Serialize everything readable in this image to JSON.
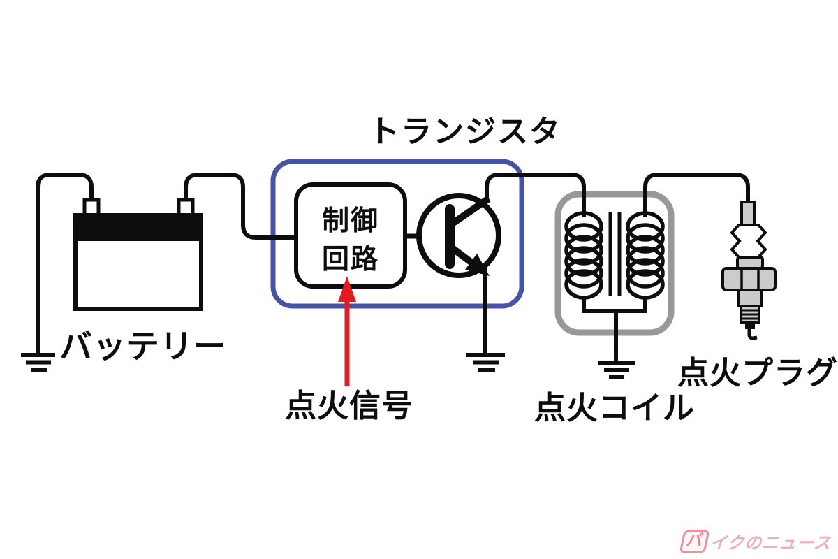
{
  "diagram": {
    "title": "トランジスタ",
    "battery_label": "バッテリー",
    "control_circuit": {
      "line1": "制御",
      "line2": "回路"
    },
    "ignition_signal_label": "点火信号",
    "ignition_coil_label": "点火コイル",
    "spark_plug_label": "点火プラグ",
    "colors": {
      "transistor_box_border": "#4753a5",
      "coil_box_border": "#989898",
      "signal_arrow_red": "#e11d23",
      "wire_black": "#0d0d0d",
      "metal_gray": "#cbcbcb",
      "background": "#ffffff"
    }
  },
  "watermark": {
    "badge": "バ",
    "text": "イクのニュース",
    "color": "#e43746"
  }
}
